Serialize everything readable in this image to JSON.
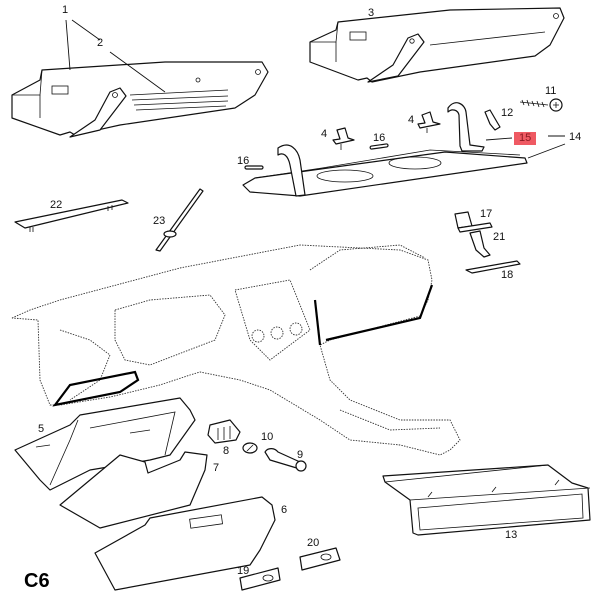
{
  "diagram": {
    "page_code": "C6",
    "highlight_color": "#ef5a63",
    "highlighted_part": "15",
    "callouts": [
      {
        "id": "c1",
        "label": "1"
      },
      {
        "id": "c2",
        "label": "2"
      },
      {
        "id": "c3",
        "label": "3"
      },
      {
        "id": "c4a",
        "label": "4"
      },
      {
        "id": "c4b",
        "label": "4"
      },
      {
        "id": "c5",
        "label": "5"
      },
      {
        "id": "c6",
        "label": "6"
      },
      {
        "id": "c7",
        "label": "7"
      },
      {
        "id": "c8",
        "label": "8"
      },
      {
        "id": "c9",
        "label": "9"
      },
      {
        "id": "c10",
        "label": "10"
      },
      {
        "id": "c11",
        "label": "11"
      },
      {
        "id": "c12",
        "label": "12"
      },
      {
        "id": "c13",
        "label": "13"
      },
      {
        "id": "c14",
        "label": "14"
      },
      {
        "id": "c15",
        "label": "15"
      },
      {
        "id": "c16a",
        "label": "16"
      },
      {
        "id": "c16b",
        "label": "16"
      },
      {
        "id": "c17",
        "label": "17"
      },
      {
        "id": "c18",
        "label": "18"
      },
      {
        "id": "c19",
        "label": "19"
      },
      {
        "id": "c20",
        "label": "20"
      },
      {
        "id": "c21",
        "label": "21"
      },
      {
        "id": "c22",
        "label": "22"
      },
      {
        "id": "c23",
        "label": "23"
      }
    ]
  }
}
